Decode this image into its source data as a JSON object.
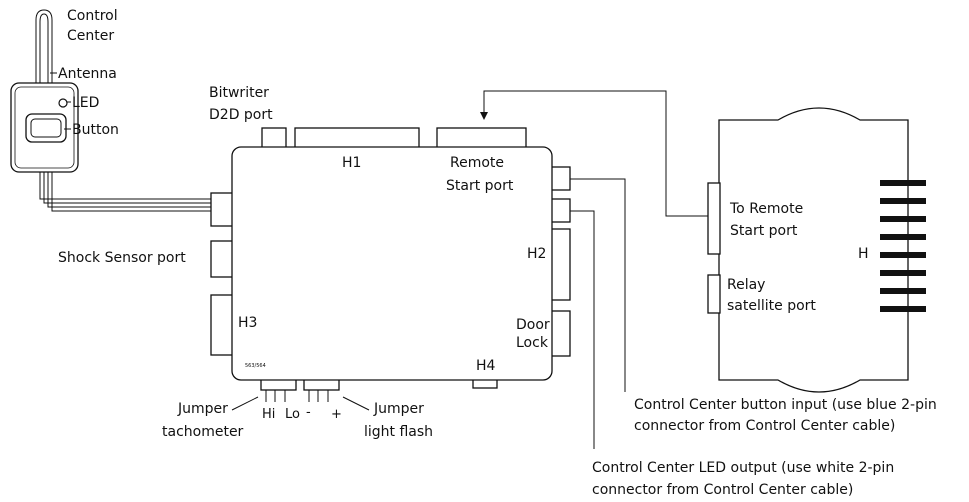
{
  "control_center": {
    "title_line1": "Control",
    "title_line2": "Center",
    "antenna": "Antenna",
    "led": "LED",
    "button": "Button"
  },
  "main_unit": {
    "bitwriter_line1": "Bitwriter",
    "bitwriter_line2": "D2D port",
    "h1": "H1",
    "remote_start_line1": "Remote",
    "remote_start_line2": "Start port",
    "h2": "H2",
    "h3": "H3",
    "h4": "H4",
    "door_lock_line1": "Door",
    "door_lock_line2": "Lock",
    "shock_sensor": "Shock Sensor port",
    "model": "563/564",
    "jumper_tach_line1": "Jumper",
    "jumper_tach_line2": "tachometer",
    "hi": "Hi",
    "lo": "Lo",
    "minus": "-",
    "plus": "+",
    "jumper_flash_line1": "Jumper",
    "jumper_flash_line2": "light flash"
  },
  "satellite": {
    "to_remote_line1": "To Remote",
    "to_remote_line2": "Start port",
    "h": "H",
    "relay_line1": "Relay",
    "relay_line2": "satellite port"
  },
  "notes": {
    "button_input_line1": "Control Center button input (use blue 2-pin",
    "button_input_line2": "connector from Control Center cable)",
    "led_output_line1": "Control Center LED output (use white 2-pin",
    "led_output_line2": "connector from Control Center cable)"
  }
}
